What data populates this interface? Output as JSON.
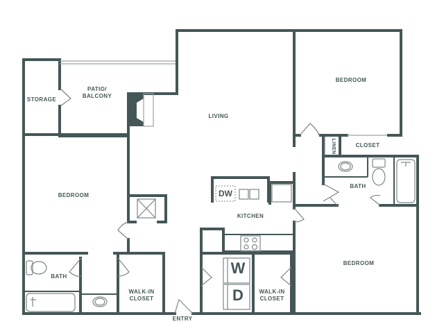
{
  "floorplan": {
    "colors": {
      "wall": "#455656",
      "fixture": "#7a8686",
      "background": "#ffffff"
    },
    "rooms": {
      "storage": "STORAGE",
      "patio": "PATIO/\nBALCONY",
      "living": "LIVING",
      "bedroom_top_right": "BEDROOM",
      "closet_top_right": "CLOSET",
      "linen": "LINEN",
      "bath_right": "BATH",
      "bedroom_left": "BEDROOM",
      "kitchen": "KITCHEN",
      "bath_left": "BATH",
      "walkin_left": "WALK-IN\nCLOSET",
      "walkin_center": "WALK-IN\nCLOSET",
      "bedroom_bottom_right": "BEDROOM",
      "entry": "ENTRY"
    },
    "appliances": {
      "dishwasher": "DW",
      "washer": "W",
      "dryer": "D"
    }
  }
}
